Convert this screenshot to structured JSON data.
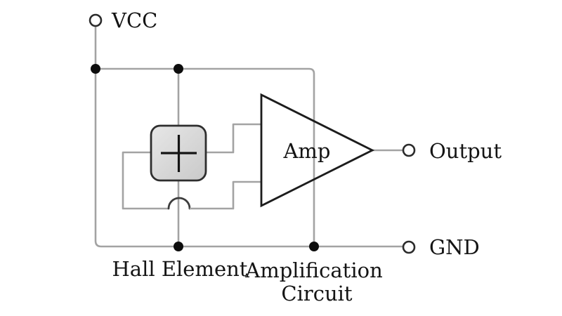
{
  "diagram": {
    "kind": "hall-sensor-block-diagram",
    "terminals": {
      "vcc": "VCC",
      "output": "Output",
      "gnd": "GND"
    },
    "components": {
      "amp_label": "Amp",
      "hall_caption": "Hall Element",
      "amp_caption_line1": "Amplification",
      "amp_caption_line2": "Circuit"
    },
    "icons": {
      "hall_symbol": "plus-icon",
      "terminal_symbol": "open-circle",
      "junction_symbol": "filled-dot"
    },
    "colors": {
      "background": "#ffffff",
      "wire": "#a3a3a3",
      "crossover_arc": "#3d3d3d",
      "junction_dot": "#0d0d0d",
      "component_outline": "#1c1c1c",
      "hall_fill_light": "#e7e7e7",
      "hall_fill_dark": "#c9c9c9",
      "text": "#141414"
    }
  }
}
